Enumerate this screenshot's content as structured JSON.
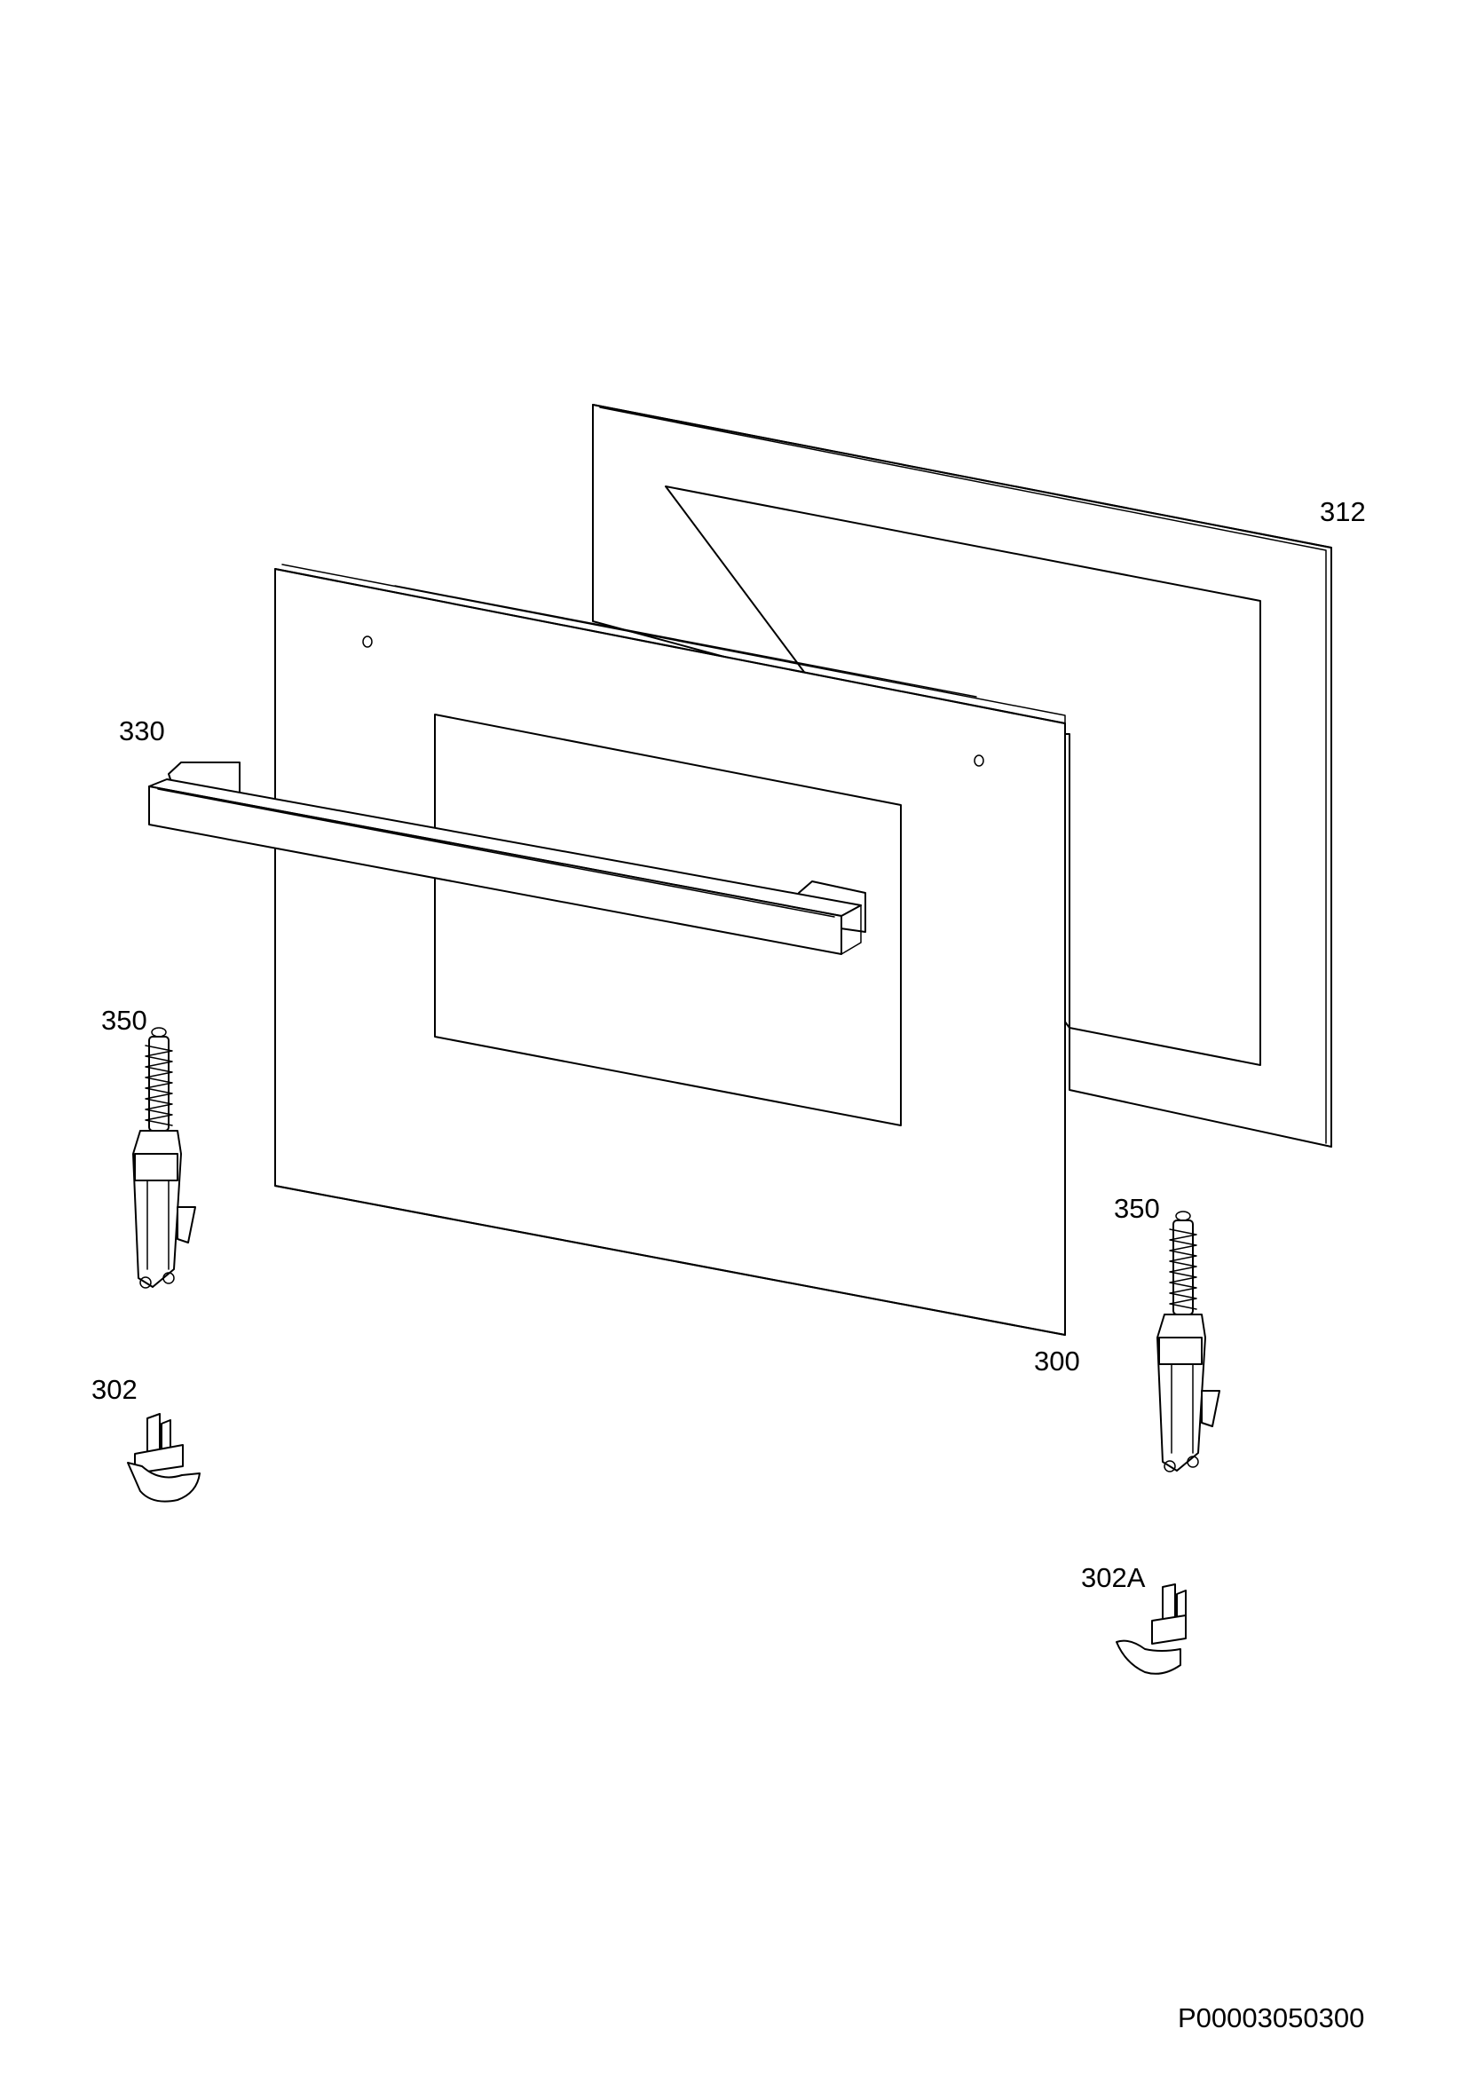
{
  "labels": {
    "rear_glass": "312",
    "handle": "330",
    "hinge_left": "350",
    "hinge_right": "350",
    "front_panel": "300",
    "hinge_support_left": "302",
    "hinge_support_right": "302A"
  },
  "document_id": "P00003050300"
}
